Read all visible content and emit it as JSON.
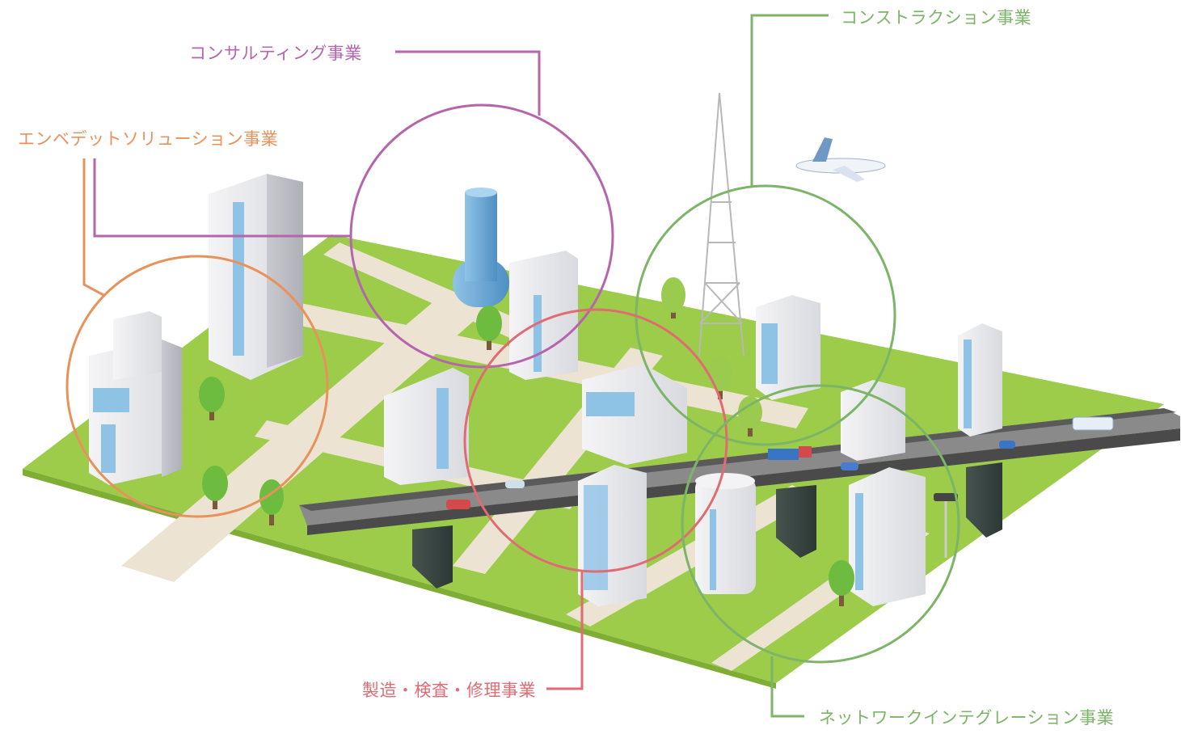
{
  "labels": {
    "consulting": "コンサルティング事業",
    "embedded": "エンベデットソリューション事業",
    "construction": "コンストラクション事業",
    "manufacturing": "製造・検査・修理事業",
    "network": "ネットワークインテグレーション事業"
  },
  "colors": {
    "consulting": "#b565ac",
    "embedded": "#e8925b",
    "construction": "#7cb468",
    "manufacturing": "#e06b73",
    "network": "#7cb468",
    "ground_green": "#9ccc4a",
    "road_light": "#ece3d2",
    "highway": "#6e6e6e"
  },
  "icons": [
    "building-icon",
    "tree-icon",
    "airplane-icon",
    "radio-tower-icon",
    "car-icon",
    "truck-icon",
    "bus-icon",
    "camera-pole-icon"
  ]
}
